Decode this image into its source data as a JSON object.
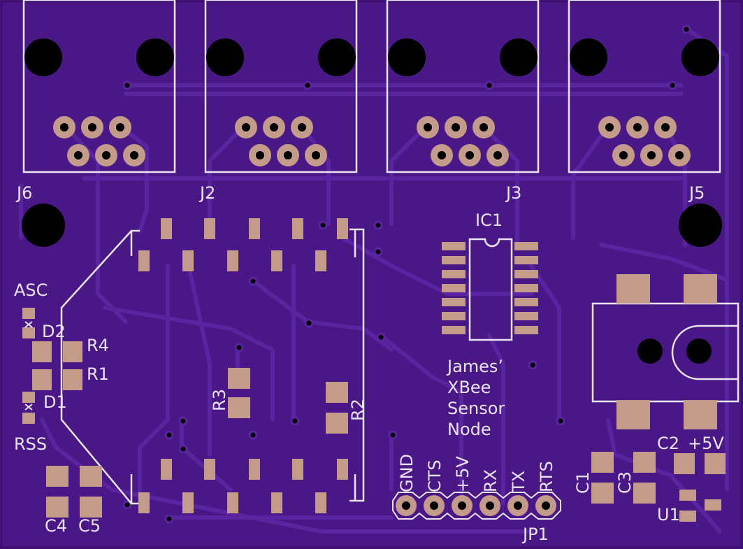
{
  "colors": {
    "board": "#4a1787",
    "trace": "#5a24a0",
    "copper": "#c49a8a",
    "silk": "#e8e4f2",
    "hole": "#000000"
  },
  "labels": {
    "j6": "J6",
    "j2": "J2",
    "j3": "J3",
    "j5": "J5",
    "ic1": "IC1",
    "asc": "ASC",
    "d2": "D2",
    "r4": "R4",
    "r1": "R1",
    "d1": "D1",
    "rss": "RSS",
    "c4": "C4",
    "c5": "C5",
    "r3": "R3",
    "r2": "R2",
    "title_line1": "James’",
    "title_line2": "XBee",
    "title_line3": "Sensor",
    "title_line4": "Node",
    "pin_gnd": "GND",
    "pin_cts": "CTS",
    "pin_5v": "+5V",
    "pin_rx": "RX",
    "pin_tx": "TX",
    "pin_rts": "RTS",
    "jp1": "JP1",
    "c1": "C1",
    "c3": "C3",
    "c2": "C2",
    "plus5v": "+5V",
    "u1": "U1"
  }
}
